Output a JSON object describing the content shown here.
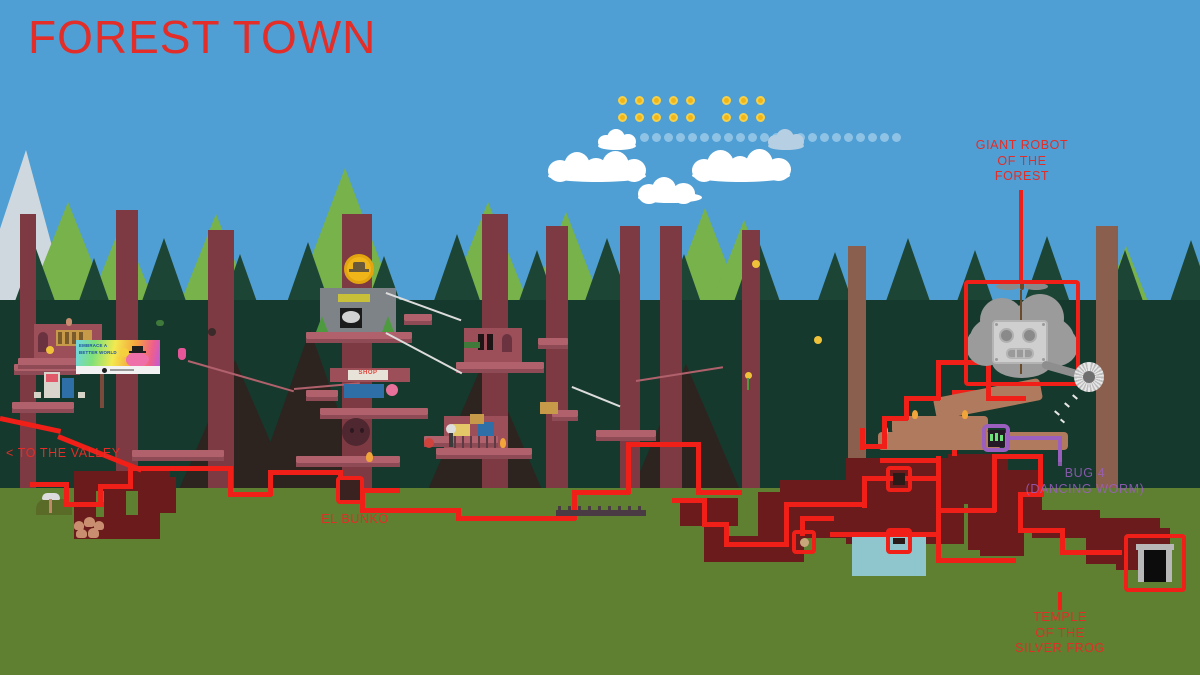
{
  "scene": {
    "title": "FOREST TOWN",
    "type": "game-map-illustration",
    "sky_color": "#4f9fd4",
    "grass_color": "#5f8030",
    "forest_dark_color": "#15392c",
    "accent_route_color": "#f01f18",
    "label_color": "#e22d28",
    "bug_label_color": "#9b5fc0"
  },
  "labels": [
    {
      "name": "giant-robot",
      "text": "GIANT ROBOT\nOF THE\nFOREST",
      "color": "#e22d28"
    },
    {
      "name": "to-the-valley",
      "text": "< TO THE VALLEY",
      "color": "#e22d28"
    },
    {
      "name": "el-bunko",
      "text": "EL BUNKO",
      "color": "#e22d28"
    },
    {
      "name": "bug-4",
      "text": "BUG 4\n(DANCING WORM)",
      "color": "#9b5fc0"
    },
    {
      "name": "temple",
      "text": "TEMPLE\nOF THE\nSILVER FROG",
      "color": "#e22d28"
    }
  ],
  "billboard": {
    "headline": "EMBRACE A\nBETTER\nWORLD",
    "text_color": "#1c4fa1",
    "mascot": "pig-in-top-hat"
  },
  "signs": {
    "shop": "SHOP"
  },
  "sky": {
    "coin_grids": [
      {
        "name": "coin-grid-left",
        "cols": 5,
        "rows": 2,
        "count": 10
      },
      {
        "name": "coin-grid-right",
        "cols": 3,
        "rows": 2,
        "count": 6
      }
    ],
    "dotted_path_dots": 22,
    "cloud_clusters": 5
  },
  "landmarks": [
    {
      "name": "giant-robot-of-the-forest",
      "kind": "boss",
      "highlight": "red-box"
    },
    {
      "name": "saw-blade",
      "kind": "hazard"
    },
    {
      "name": "log-pile",
      "kind": "prop"
    },
    {
      "name": "bug-4-dancing-worm",
      "kind": "collectible",
      "highlight": "purple-box"
    },
    {
      "name": "temple-of-the-silver-frog",
      "kind": "dungeon-entrance",
      "highlight": "red-box"
    },
    {
      "name": "el-bunko",
      "kind": "bunker-entrance",
      "highlight": "red-box"
    },
    {
      "name": "underground-water-pool",
      "kind": "terrain"
    },
    {
      "name": "shop-platform",
      "kind": "building"
    },
    {
      "name": "coin-tower-with-top-hat",
      "kind": "landmark"
    }
  ]
}
